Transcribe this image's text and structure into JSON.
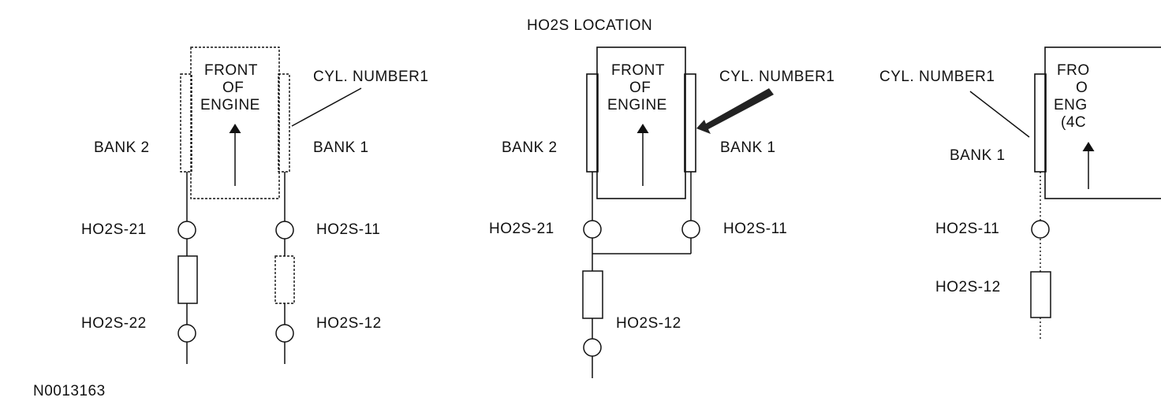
{
  "title": "HO2S LOCATION",
  "figure_id": "N0013163",
  "diagrams": [
    {
      "engine_lines": [
        "FRONT",
        "OF",
        "ENGINE"
      ],
      "cyl_label": "CYL. NUMBER1",
      "bank_left": "BANK 2",
      "bank_right": "BANK 1",
      "sensors": [
        "HO2S-21",
        "HO2S-11",
        "HO2S-22",
        "HO2S-12"
      ]
    },
    {
      "engine_lines": [
        "FRONT",
        "OF",
        "ENGINE"
      ],
      "cyl_label": "CYL. NUMBER1",
      "bank_left": "BANK 2",
      "bank_right": "BANK 1",
      "sensors": [
        "HO2S-21",
        "HO2S-11",
        "HO2S-12"
      ]
    },
    {
      "engine_lines": [
        "FRO",
        "O",
        "ENG",
        "(4C"
      ],
      "cyl_label": "CYL. NUMBER1",
      "bank": "BANK 1",
      "sensors": [
        "HO2S-11",
        "HO2S-12"
      ]
    }
  ]
}
